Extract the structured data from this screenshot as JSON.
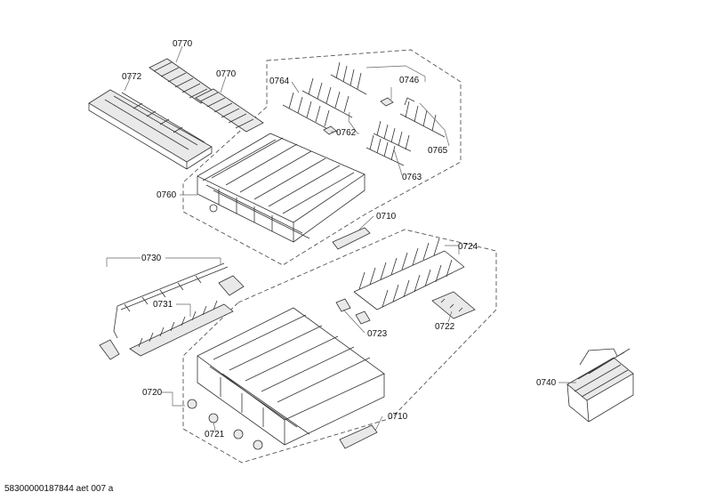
{
  "diagram": {
    "labels": {
      "p0770a": "0770",
      "p0772": "0772",
      "p0770b": "0770",
      "p0764": "0764",
      "p0746": "0746",
      "p0762": "0762",
      "p0765": "0765",
      "p0763": "0763",
      "p0760": "0760",
      "p0710a": "0710",
      "p0724": "0724",
      "p0730": "0730",
      "p0731": "0731",
      "p0723": "0723",
      "p0722": "0722",
      "p0740": "0740",
      "p0720": "0720",
      "p0721": "0721",
      "p0710b": "0710"
    },
    "footer": "58300000187844 aet 007 a"
  }
}
